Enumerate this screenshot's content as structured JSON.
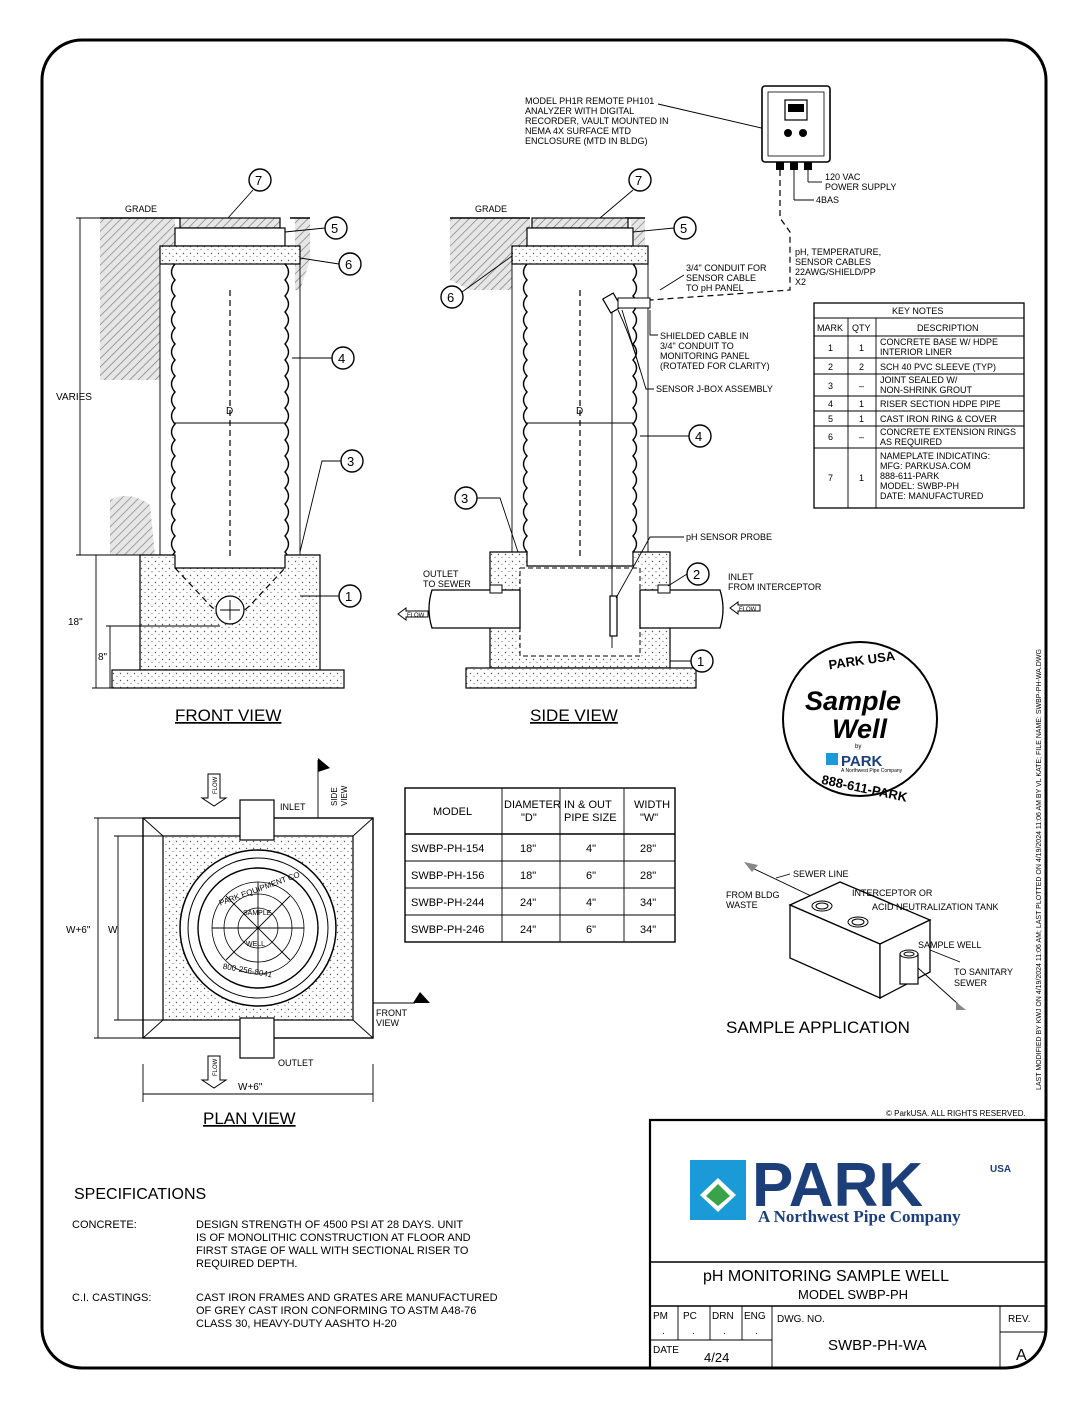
{
  "callout": {
    "analyzer": [
      "MODEL PH1R REMOTE PH101",
      "ANALYZER WITH DIGITAL",
      "RECORDER, VAULT MOUNTED IN",
      "NEMA 4X SURFACE MTD",
      "ENCLOSURE (MTD IN BLDG)"
    ],
    "power": [
      "120 VAC",
      "POWER SUPPLY"
    ],
    "bas": "4BAS",
    "cables": [
      "pH, TEMPERATURE,",
      "SENSOR CABLES",
      "22AWG/SHIELD/PP",
      "X2"
    ],
    "conduit": [
      "3/4\" CONDUIT FOR",
      "SENSOR CABLE",
      "TO pH PANEL"
    ],
    "shielded": [
      "SHIELDED CABLE IN",
      "3/4\" CONDUIT TO",
      "MONITORING PANEL",
      "(ROTATED FOR CLARITY)"
    ],
    "jbox": "SENSOR J-BOX ASSEMBLY",
    "probe": "pH SENSOR PROBE",
    "outlet": [
      "OUTLET",
      "TO SEWER"
    ],
    "inlet": [
      "INLET",
      "FROM INTERCEPTOR"
    ],
    "flow": "FLOW",
    "grade": "GRADE",
    "varies": "VARIES",
    "dim_d": "D",
    "dim_18": "18\"",
    "dim_8": "8\"",
    "plan_inlet": "INLET",
    "plan_outlet": "OUTLET",
    "w6_left": "W+6\"",
    "w_left": "W",
    "w6_bottom": "W+6\"",
    "side_view": [
      "SIDE",
      "VIEW"
    ],
    "front_view_arrow": [
      "FRONT",
      "VIEW"
    ],
    "cover_text": [
      "PARK EQUIPMENT CO",
      "SAMPLE",
      "WELL",
      "800-256-8041"
    ]
  },
  "views": {
    "front": "FRONT VIEW",
    "side": "SIDE VIEW",
    "plan": "PLAN VIEW",
    "sample_app": "SAMPLE APPLICATION"
  },
  "marks": [
    "1",
    "2",
    "3",
    "4",
    "5",
    "6",
    "7"
  ],
  "key_notes": {
    "title": "KEY NOTES",
    "headers": [
      "MARK",
      "QTY",
      "DESCRIPTION"
    ],
    "rows": [
      {
        "mark": "1",
        "qty": "1",
        "desc": [
          "CONCRETE BASE W/ HDPE",
          "INTERIOR LINER"
        ]
      },
      {
        "mark": "2",
        "qty": "2",
        "desc": [
          "SCH 40 PVC SLEEVE (TYP)"
        ]
      },
      {
        "mark": "3",
        "qty": "–",
        "desc": [
          "JOINT SEALED W/",
          "NON-SHRINK GROUT"
        ]
      },
      {
        "mark": "4",
        "qty": "1",
        "desc": [
          "RISER SECTION HDPE PIPE"
        ]
      },
      {
        "mark": "5",
        "qty": "1",
        "desc": [
          "CAST IRON RING & COVER"
        ]
      },
      {
        "mark": "6",
        "qty": "–",
        "desc": [
          "CONCRETE EXTENSION RINGS",
          "AS REQUIRED"
        ]
      },
      {
        "mark": "7",
        "qty": "1",
        "desc": [
          "NAMEPLATE INDICATING:",
          "MFG: PARKUSA.COM",
          "888-611-PARK",
          "MODEL: SWBP-PH",
          "DATE: MANUFACTURED"
        ]
      }
    ]
  },
  "model_table": {
    "headers": [
      [
        "MODEL"
      ],
      [
        "DIAMETER",
        "\"D\""
      ],
      [
        "IN & OUT",
        "PIPE SIZE"
      ],
      [
        "WIDTH",
        "\"W\""
      ]
    ],
    "rows": [
      [
        "SWBP-PH-154",
        "18\"",
        "4\"",
        "28\""
      ],
      [
        "SWBP-PH-156",
        "18\"",
        "6\"",
        "28\""
      ],
      [
        "SWBP-PH-244",
        "24\"",
        "4\"",
        "34\""
      ],
      [
        "SWBP-PH-246",
        "24\"",
        "6\"",
        "34\""
      ]
    ]
  },
  "badge": {
    "top": "PARK USA",
    "line1": "Sample",
    "line2": "Well",
    "by": "by",
    "brand": "PARK",
    "sub": "A Northwest Pipe Company",
    "phone": "888-611-PARK"
  },
  "sample_app": {
    "sewer_line": "SEWER LINE",
    "from_bldg": [
      "FROM BLDG",
      "WASTE"
    ],
    "interceptor": [
      "INTERCEPTOR OR",
      "ACID NEUTRALIZATION TANK"
    ],
    "sample_well": "SAMPLE WELL",
    "to_sanitary": [
      "TO SANITARY",
      "SEWER"
    ]
  },
  "side_note": "LAST MODIFIED BY KWJ ON 4/19/2024 11:06 AM; LAST PLOTTED ON 4/19/2024 11:06 AM BY VL KATE; FILE NAME: SWBP-PH-WA.DWG",
  "copyright": "© ParkUSA. ALL RIGHTS RESERVED.",
  "specs": {
    "title": "SPECIFICATIONS",
    "items": [
      {
        "label": "CONCRETE:",
        "lines": [
          "DESIGN STRENGTH OF 4500 PSI AT 28 DAYS. UNIT",
          "IS OF MONOLITHIC CONSTRUCTION AT FLOOR AND",
          "FIRST STAGE OF WALL WITH SECTIONAL RISER TO",
          "REQUIRED DEPTH."
        ]
      },
      {
        "label": "C.I. CASTINGS:",
        "lines": [
          "CAST IRON FRAMES AND GRATES ARE MANUFACTURED",
          "OF GREY CAST IRON CONFORMING TO ASTM A48-76",
          "CLASS 30, HEAVY-DUTY AASHTO H-20"
        ]
      }
    ]
  },
  "title_block": {
    "logo_word": "PARK",
    "logo_usa": "USA",
    "logo_tagline": "A Northwest Pipe Company",
    "title": "pH MONITORING SAMPLE WELL",
    "model": "MODEL SWBP-PH",
    "pm": "PM",
    "pc": "PC",
    "drn": "DRN",
    "eng": "ENG",
    "dwg_label": "DWG. NO.",
    "rev_label": "REV.",
    "date_label": "DATE",
    "date": "4/24",
    "dwg_no": "SWBP-PH-WA",
    "rev": "A",
    "dot": "."
  },
  "colors": {
    "brand_blue": "#1c3f7a",
    "brand_cyan": "#1a9bd7",
    "brand_green": "#3aa34a"
  }
}
